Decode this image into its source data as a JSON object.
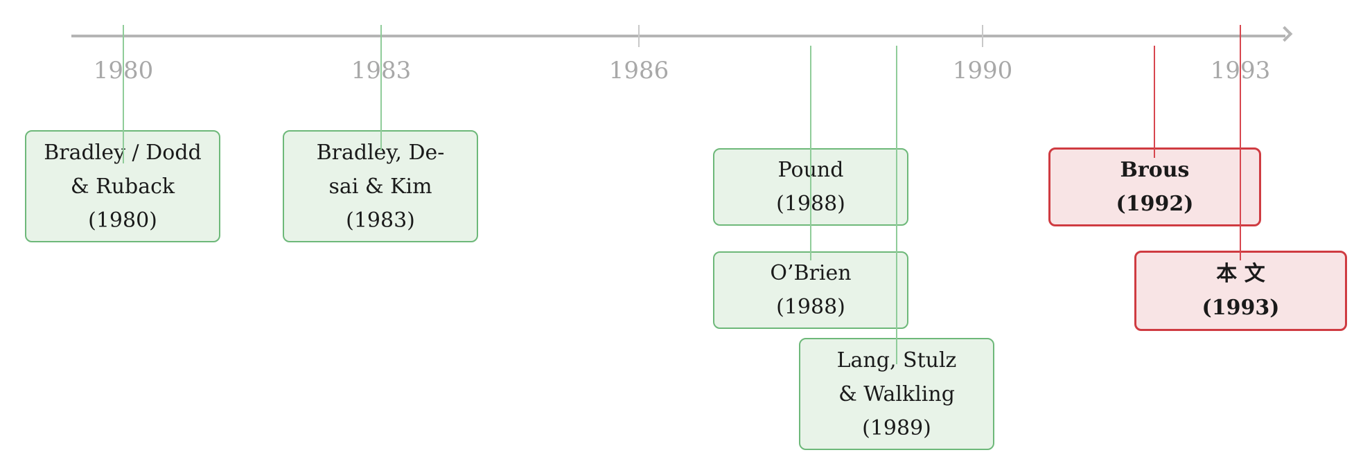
{
  "axis": {
    "years": [
      {
        "label": "1980",
        "value": 1980
      },
      {
        "label": "1983",
        "value": 1983
      },
      {
        "label": "1986",
        "value": 1986
      },
      {
        "label": "1990",
        "value": 1990
      },
      {
        "label": "1993",
        "value": 1993
      }
    ]
  },
  "events": [
    {
      "name": "bradley-dodd-ruback",
      "lines": [
        "Bradley / Dodd",
        "& Ruback",
        "(1980)"
      ],
      "year": 1980,
      "kind": "prior"
    },
    {
      "name": "bradley-desai-kim",
      "lines": [
        "Bradley, De-",
        "sai & Kim",
        "(1983)"
      ],
      "year": 1983,
      "kind": "prior"
    },
    {
      "name": "pound",
      "lines": [
        "Pound",
        "(1988)"
      ],
      "year": 1988,
      "kind": "prior"
    },
    {
      "name": "obrien",
      "lines": [
        "O’Brien",
        "(1988)"
      ],
      "year": 1988,
      "kind": "prior"
    },
    {
      "name": "lang-stulz-walkling",
      "lines": [
        "Lang, Stulz",
        "& Walkling",
        "(1989)"
      ],
      "year": 1989,
      "kind": "prior"
    },
    {
      "name": "brous",
      "lines": [
        "Brous",
        "(1992)"
      ],
      "year": 1992,
      "kind": "highlight"
    },
    {
      "name": "this-paper",
      "lines": [
        "本 文",
        "(1993)"
      ],
      "year": 1993,
      "kind": "highlight"
    }
  ],
  "colors": {
    "axis": "#b5b5b5",
    "prior_fill": "#e8f3e8",
    "prior_border": "#6db879",
    "highlight_fill": "#f8e4e5",
    "highlight_border": "#cf3b41"
  }
}
